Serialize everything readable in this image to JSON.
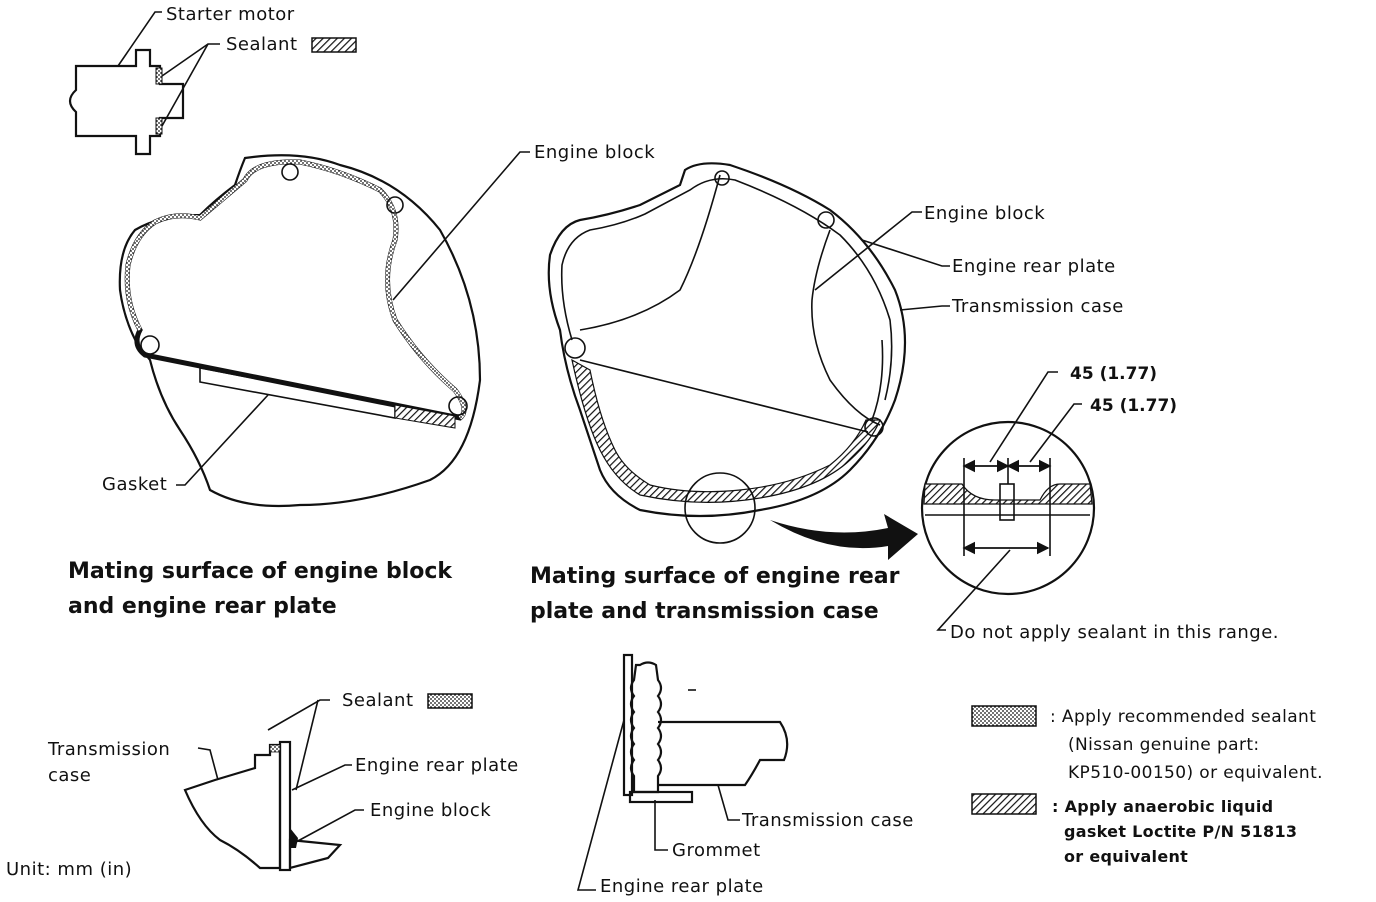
{
  "labels": {
    "starter_motor": "Starter motor",
    "sealant_top": "Sealant",
    "engine_block_left": "Engine block",
    "gasket": "Gasket",
    "engine_block_right": "Engine block",
    "engine_rear_plate_right": "Engine rear plate",
    "transmission_case_right": "Transmission case",
    "dim_upper": "45 (1.77)",
    "dim_lower": "45 (1.77)",
    "do_not_apply": "Do not apply sealant in this range.",
    "sealant_bottom": "Sealant",
    "transmission_case_bl_1": "Transmission",
    "transmission_case_bl_2": "case",
    "engine_rear_plate_bl": "Engine rear plate",
    "engine_block_bl": "Engine block",
    "unit": "Unit: mm (in)",
    "grommet": "Grommet",
    "transmission_case_bc": "Transmission case",
    "engine_rear_plate_bc": "Engine rear plate"
  },
  "captions": {
    "left_line1": "Mating surface of engine block",
    "left_line2": "and engine rear plate",
    "right_line1": "Mating surface of engine rear",
    "right_line2": "plate and transmission case"
  },
  "legend": {
    "item1_line1": ": Apply recommended sealant",
    "item1_line2": "(Nissan genuine part:",
    "item1_line3": "KP510-00150) or equivalent.",
    "item2_line1": ": Apply anaerobic liquid",
    "item2_line2": "gasket Loctite P/N 51813",
    "item2_line3": "or equivalent"
  },
  "colors": {
    "ink": "#111111",
    "background": "#ffffff"
  }
}
